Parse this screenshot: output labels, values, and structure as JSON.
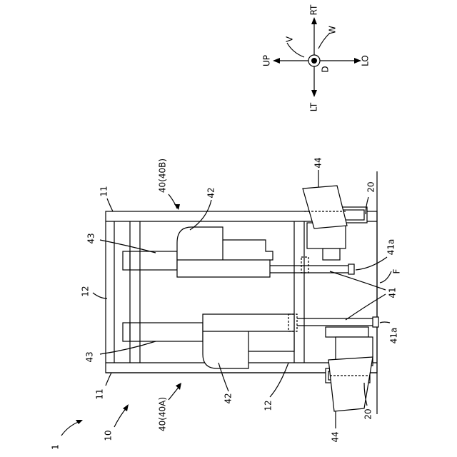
{
  "labels": {
    "l1": "1",
    "l10": "10",
    "l11_top": "11",
    "l11_bottom": "11",
    "l12_top": "12",
    "l12_bottom": "12",
    "l20_top": "20",
    "l20_bottom": "20",
    "l40b": "40(40B)",
    "l40a": "40(40A)",
    "l41": "41",
    "l41a_top": "41a",
    "l41a_bottom": "41a",
    "l42_top": "42",
    "l42_bottom": "42",
    "l43_top": "43",
    "l43_bottom": "43",
    "l44_top": "44",
    "l44_bottom": "44",
    "lF": "F"
  },
  "compass": {
    "rt": "RT",
    "lt": "LT",
    "up": "UP",
    "lo": "LO",
    "v": "V",
    "w": "W",
    "d": "D"
  }
}
